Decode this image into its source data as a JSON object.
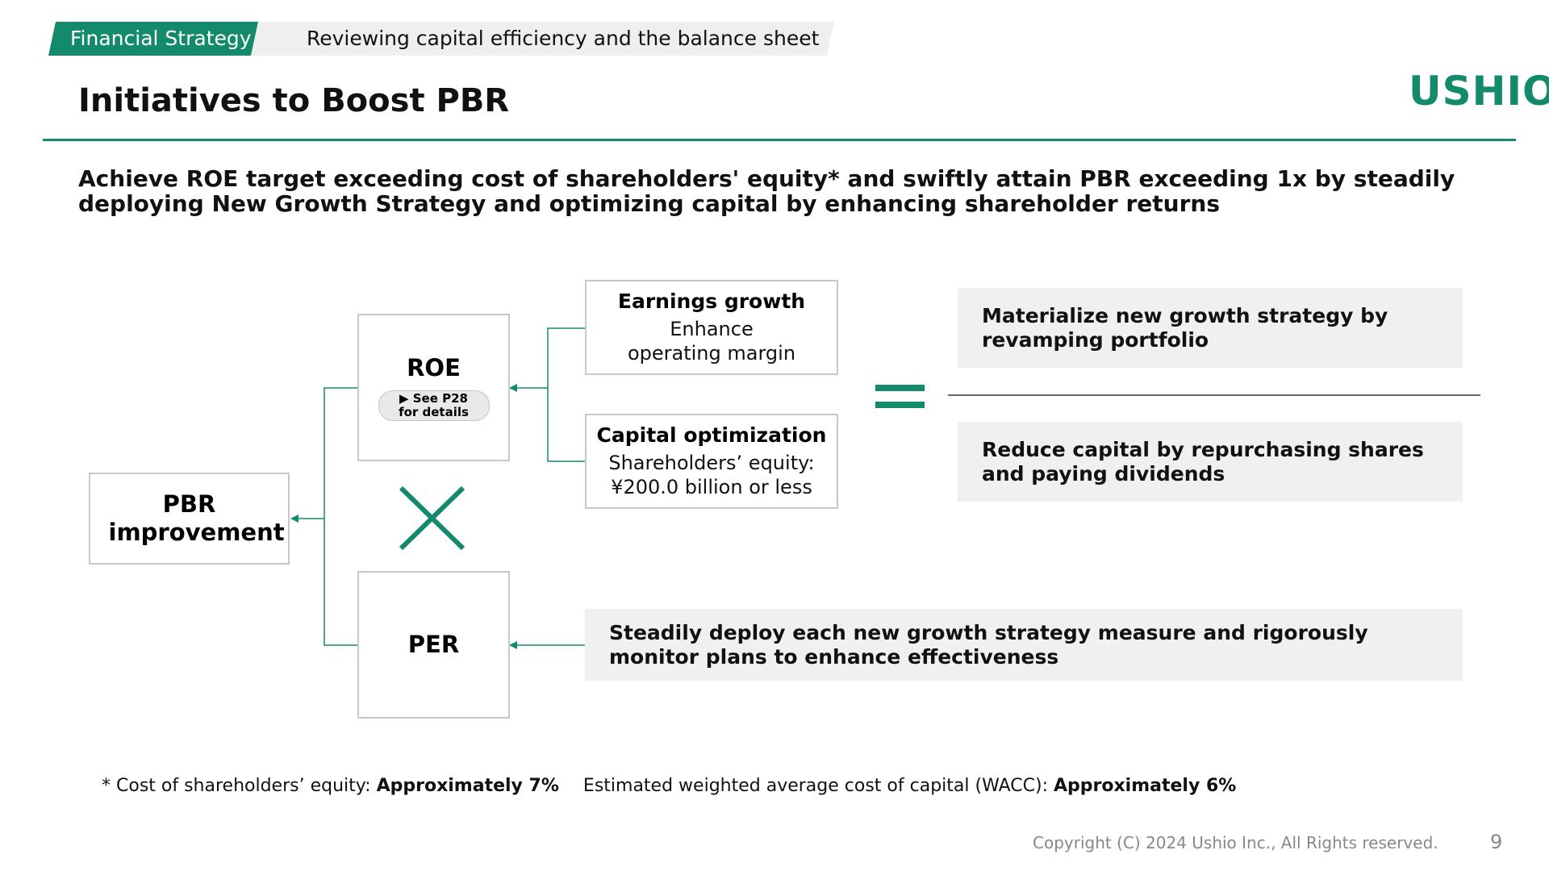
{
  "header": {
    "tag": "Financial Strategy",
    "subtitle": "Reviewing capital efficiency and the balance sheet",
    "title": "Initiatives to Boost PBR",
    "logo": "USHIO"
  },
  "lead": "Achieve ROE target exceeding cost of shareholders' equity* and swiftly attain PBR exceeding 1x by steadily deploying New Growth Strategy and optimizing capital by enhancing shareholder returns",
  "diagram": {
    "pbr": "PBR improvement",
    "roe": "ROE",
    "roe_link": {
      "line1": "▶ See P28",
      "line2": "for details"
    },
    "per": "PER",
    "earnings": {
      "title": "Earnings growth",
      "line1": "Enhance",
      "line2": "operating margin"
    },
    "capital": {
      "title": "Capital optimization",
      "line1": "Shareholders’ equity:",
      "line2": "¥200.0 billion or less"
    },
    "strategy1": "Materialize new growth strategy by revamping portfolio",
    "strategy2": "Reduce capital by repurchasing shares and paying dividends",
    "strategy3": "Steadily deploy each new growth strategy measure and rigorously monitor plans to enhance effectiveness",
    "colors": {
      "accent": "#138a6c",
      "panel": "#f0f0f0"
    }
  },
  "footnote": {
    "label1": "*  Cost of shareholders’ equity: ",
    "value1": "Approximately 7%",
    "label2": "Estimated weighted average cost of capital (WACC): ",
    "value2": "Approximately 6%"
  },
  "footer": {
    "copyright": "Copyright (C) 2024 Ushio Inc., All Rights reserved.",
    "page": "9"
  }
}
